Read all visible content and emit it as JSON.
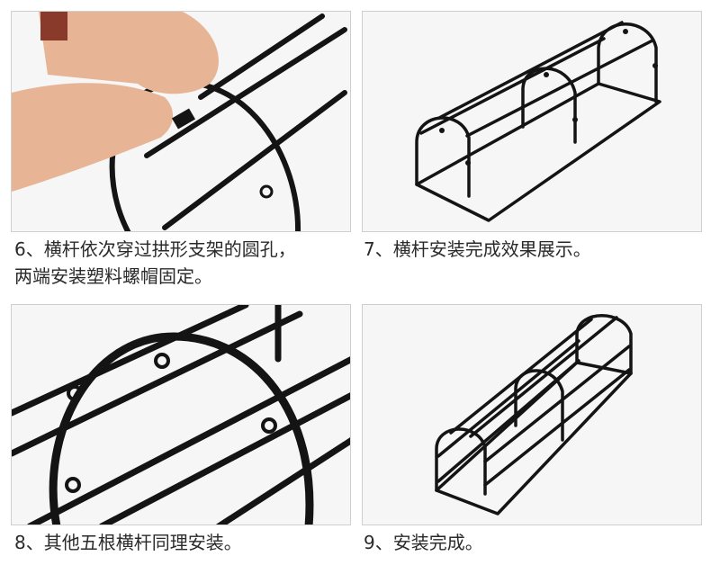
{
  "steps": [
    {
      "lines": [
        "6、横杆依次穿过拱形支架的圆孔，",
        "两端安装塑料螺帽固定。"
      ]
    },
    {
      "lines": [
        "7、横杆安装完成效果展示。"
      ]
    },
    {
      "lines": [
        "8、其他五根横杆同理安装。"
      ]
    },
    {
      "lines": [
        "9、安装完成。"
      ]
    }
  ],
  "colors": {
    "background": "#ffffff",
    "panel": "#f6f6f6",
    "border": "#cfcfcf",
    "text": "#2a2a2a",
    "metal": "#141414",
    "skin": "#e7b596"
  }
}
